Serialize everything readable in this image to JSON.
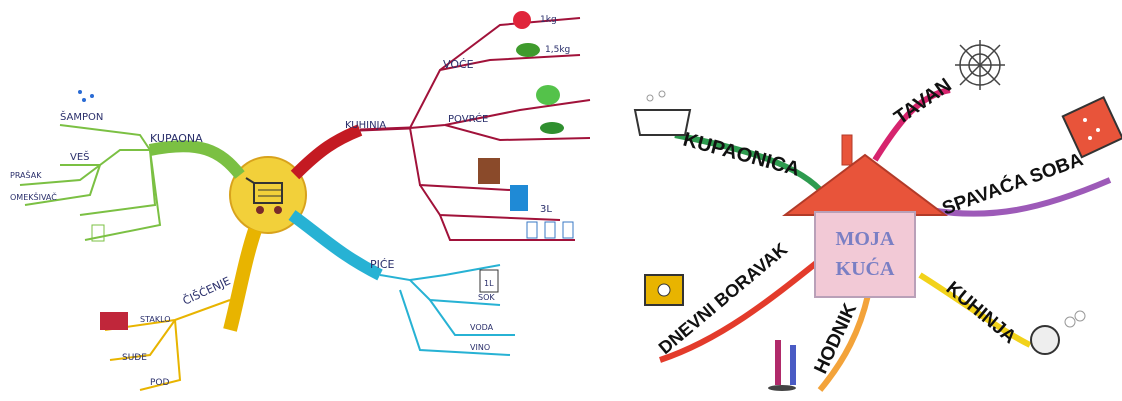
{
  "left_map": {
    "branches": [
      {
        "id": "kupaona",
        "label": "KUPAONA",
        "color": "#7bc043",
        "items": [
          "ŠAMPON",
          "VEŠ",
          "PRAŠAK",
          "OMEKŠIVAČ"
        ]
      },
      {
        "id": "kuhinja",
        "label": "KUHINJA",
        "color": "#a1123a",
        "items": [
          "VOĆE",
          "1kg",
          "1,5kg",
          "POVRĆE",
          "3L"
        ]
      },
      {
        "id": "pice",
        "label": "PIĆE",
        "color": "#27b2d4",
        "items": [
          "1L",
          "VODA",
          "SOK",
          "VINO"
        ]
      },
      {
        "id": "ciscenje",
        "label": "ČIŠĆENJE",
        "color": "#e8b400",
        "items": [
          "STAKLO",
          "SUĐE",
          "POD"
        ]
      }
    ]
  },
  "right_map": {
    "center": {
      "line1": "MOJA",
      "line2": "KUĆA"
    },
    "branches": [
      {
        "id": "kupaonica",
        "label": "KUPAONICA",
        "color": "#2e9b4f"
      },
      {
        "id": "tavan",
        "label": "TAVAN",
        "color": "#d6246e"
      },
      {
        "id": "spavaca",
        "label": "SPAVAĆA SOBA",
        "color": "#9d5ab8"
      },
      {
        "id": "kuhinja",
        "label": "KUHINJA",
        "color": "#f2d21a"
      },
      {
        "id": "hodnik",
        "label": "HODNIK",
        "color": "#f3a33a"
      },
      {
        "id": "dnevni",
        "label": "DNEVNI BORAVAK",
        "color": "#e33b2b"
      }
    ]
  }
}
